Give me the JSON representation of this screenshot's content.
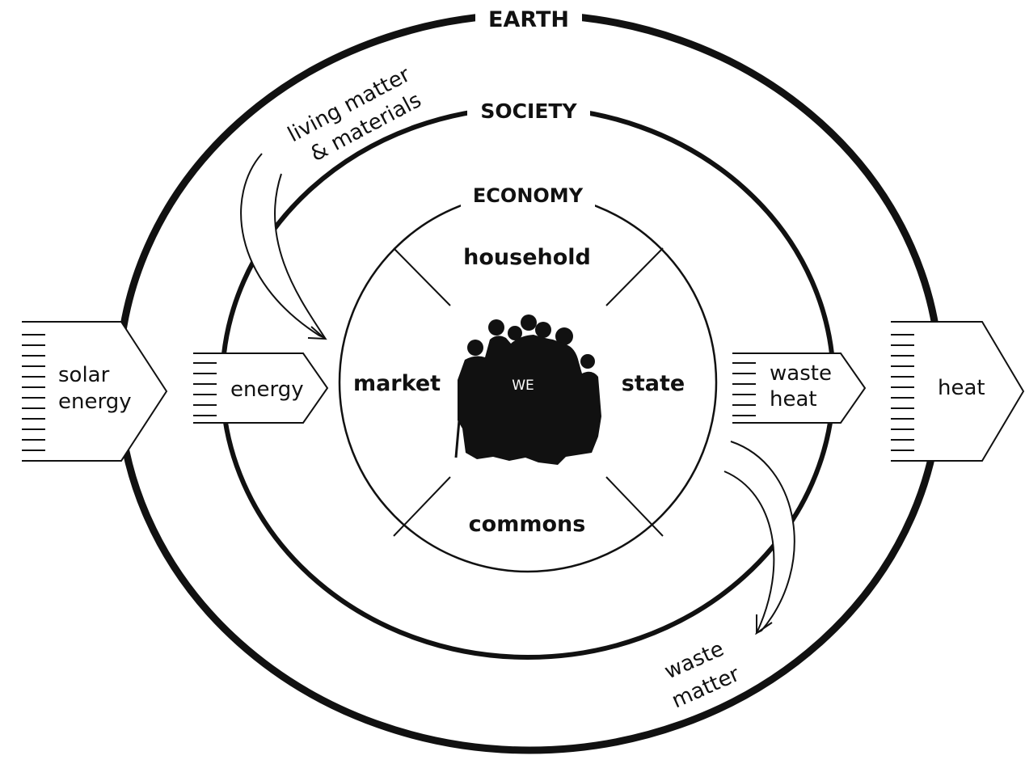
{
  "rings": {
    "earth": "EARTH",
    "society": "SOCIETY",
    "economy": "ECONOMY"
  },
  "sectors": {
    "household": "household",
    "market": "market",
    "state": "state",
    "commons": "commons"
  },
  "center": "WE",
  "inputs": {
    "solar_line1": "solar",
    "solar_line2": "energy",
    "energy": "energy",
    "living_line1": "living matter",
    "living_line2": "& materials"
  },
  "outputs": {
    "waste_heat_line1": "waste",
    "waste_heat_line2": "heat",
    "heat": "heat",
    "waste_matter_line1": "waste",
    "waste_matter_line2": "matter"
  }
}
